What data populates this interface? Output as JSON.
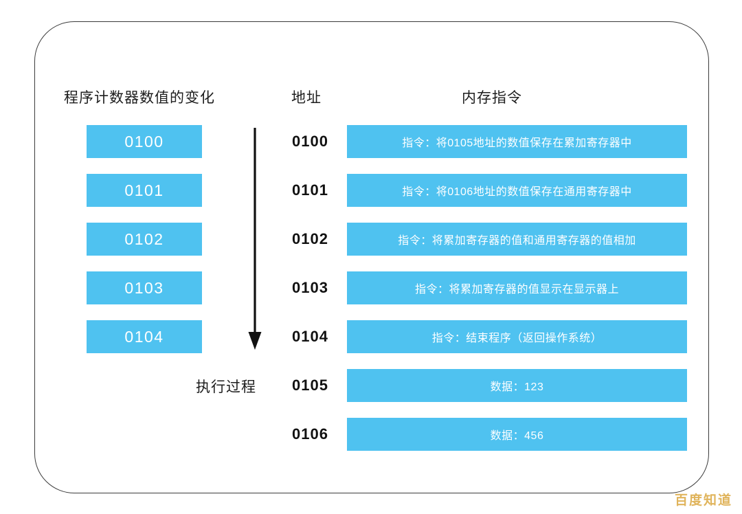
{
  "headers": {
    "program_counter": "程序计数器数值的变化",
    "address": "地址",
    "memory_instruction": "内存指令"
  },
  "execution": {
    "label": "执行过程",
    "arrow_direction": "down"
  },
  "program_counter_values": [
    "0100",
    "0101",
    "0102",
    "0103",
    "0104"
  ],
  "memory_rows": [
    {
      "address": "0100",
      "content": "指令：将0105地址的数值保存在累加寄存器中"
    },
    {
      "address": "0101",
      "content": "指令：将0106地址的数值保存在通用寄存器中"
    },
    {
      "address": "0102",
      "content": "指令：将累加寄存器的值和通用寄存器的值相加"
    },
    {
      "address": "0103",
      "content": "指令：将累加寄存器的值显示在显示器上"
    },
    {
      "address": "0104",
      "content": "指令：结束程序（返回操作系统）"
    },
    {
      "address": "0105",
      "content": "数据：123"
    },
    {
      "address": "0106",
      "content": "数据：456"
    }
  ],
  "watermark": "百度知道",
  "colors": {
    "box_blue": "#4fc2f0",
    "box_text": "#ffffff",
    "frame_border": "#3a3a3a",
    "text_dark": "#1d1d1d",
    "watermark_gold": "#e0b45c",
    "background": "#ffffff"
  }
}
